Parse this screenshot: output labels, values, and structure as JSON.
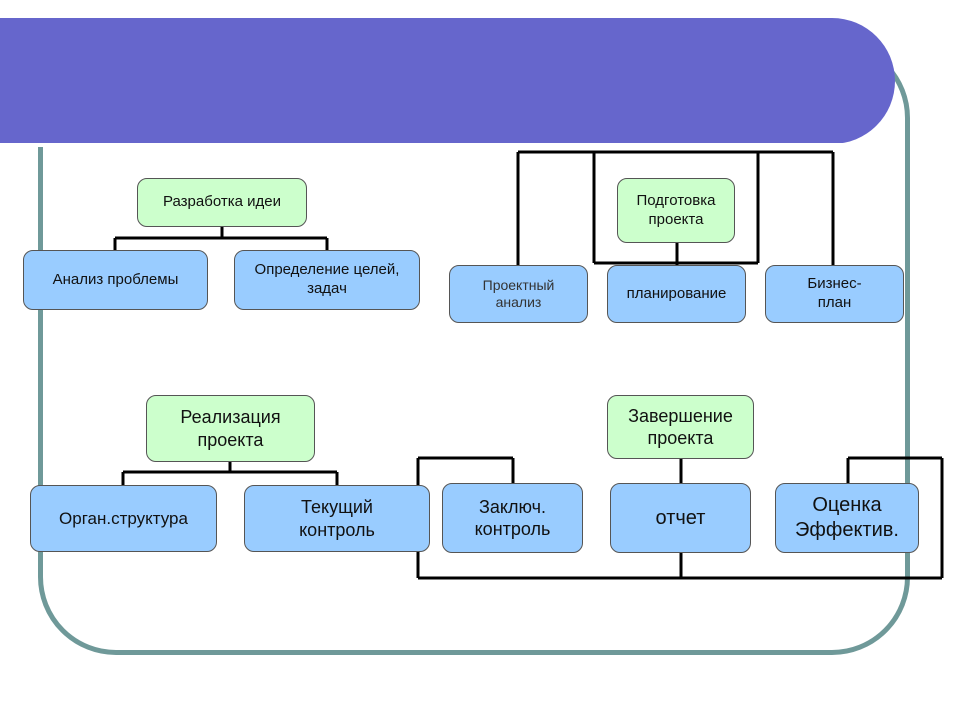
{
  "slide": {
    "title": "",
    "colors": {
      "title_bar": "#6666cc",
      "frame": "#6f9999",
      "green_box": "#ccffcc",
      "blue_box": "#99ccff"
    }
  },
  "diagram": {
    "idea": {
      "head": "Разработка идеи",
      "children": [
        "Анализ проблемы",
        "Определение целей,\nзадач"
      ]
    },
    "preparation": {
      "head": "Подготовка\nпроекта",
      "children": [
        "Проектный\nанализ",
        "планирование",
        "Бизнес-\nплан"
      ]
    },
    "implementation": {
      "head": "Реализация\nпроекта",
      "children": [
        "Орган.структура",
        "Текущий\nконтроль"
      ]
    },
    "completion": {
      "head": "Завершение\nпроекта",
      "children": [
        "Заключ.\nконтроль",
        "отчет",
        "Оценка\nЭффектив."
      ]
    }
  }
}
